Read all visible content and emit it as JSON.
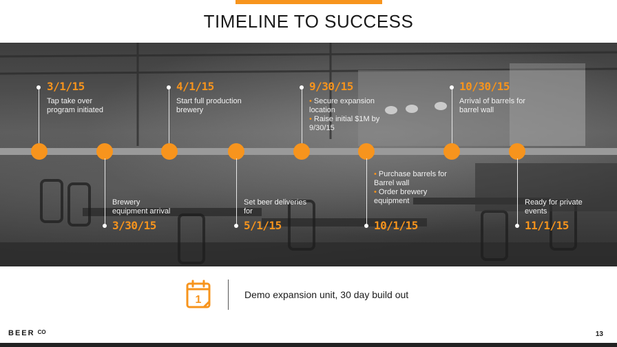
{
  "title": "TIMELINE TO SUCCESS",
  "colors": {
    "accent": "#f7941d",
    "bar": "#9a9a9a"
  },
  "milestones_top": [
    {
      "date": "3/1/15",
      "lines": [
        "Tap take over",
        "program initiated"
      ]
    },
    {
      "date": "4/1/15",
      "lines": [
        "Start full production",
        "brewery"
      ]
    },
    {
      "date": "9/30/15",
      "bullets": [
        "Secure expansion location",
        "Raise initial $1M by 9/30/15"
      ]
    },
    {
      "date": "10/30/15",
      "lines": [
        "Arrival of barrels for",
        "barrel wall"
      ]
    }
  ],
  "milestones_bottom": [
    {
      "date": "3/30/15",
      "lines": [
        "Brewery",
        "equipment arrival"
      ]
    },
    {
      "date": "5/1/15",
      "lines": [
        "Set beer deliveries",
        "for"
      ]
    },
    {
      "date": "10/1/15",
      "bullets": [
        "Purchase barrels for Barrel wall",
        "Order brewery equipment"
      ]
    },
    {
      "date": "11/1/15",
      "lines": [
        "Ready for private",
        "events"
      ]
    }
  ],
  "note": {
    "icon": "calendar-icon",
    "calendar_number": "1",
    "text": "Demo expansion unit, 30 day build out"
  },
  "footer": {
    "logo": "BEER",
    "logo_sup": "CO",
    "page_number": "13"
  }
}
